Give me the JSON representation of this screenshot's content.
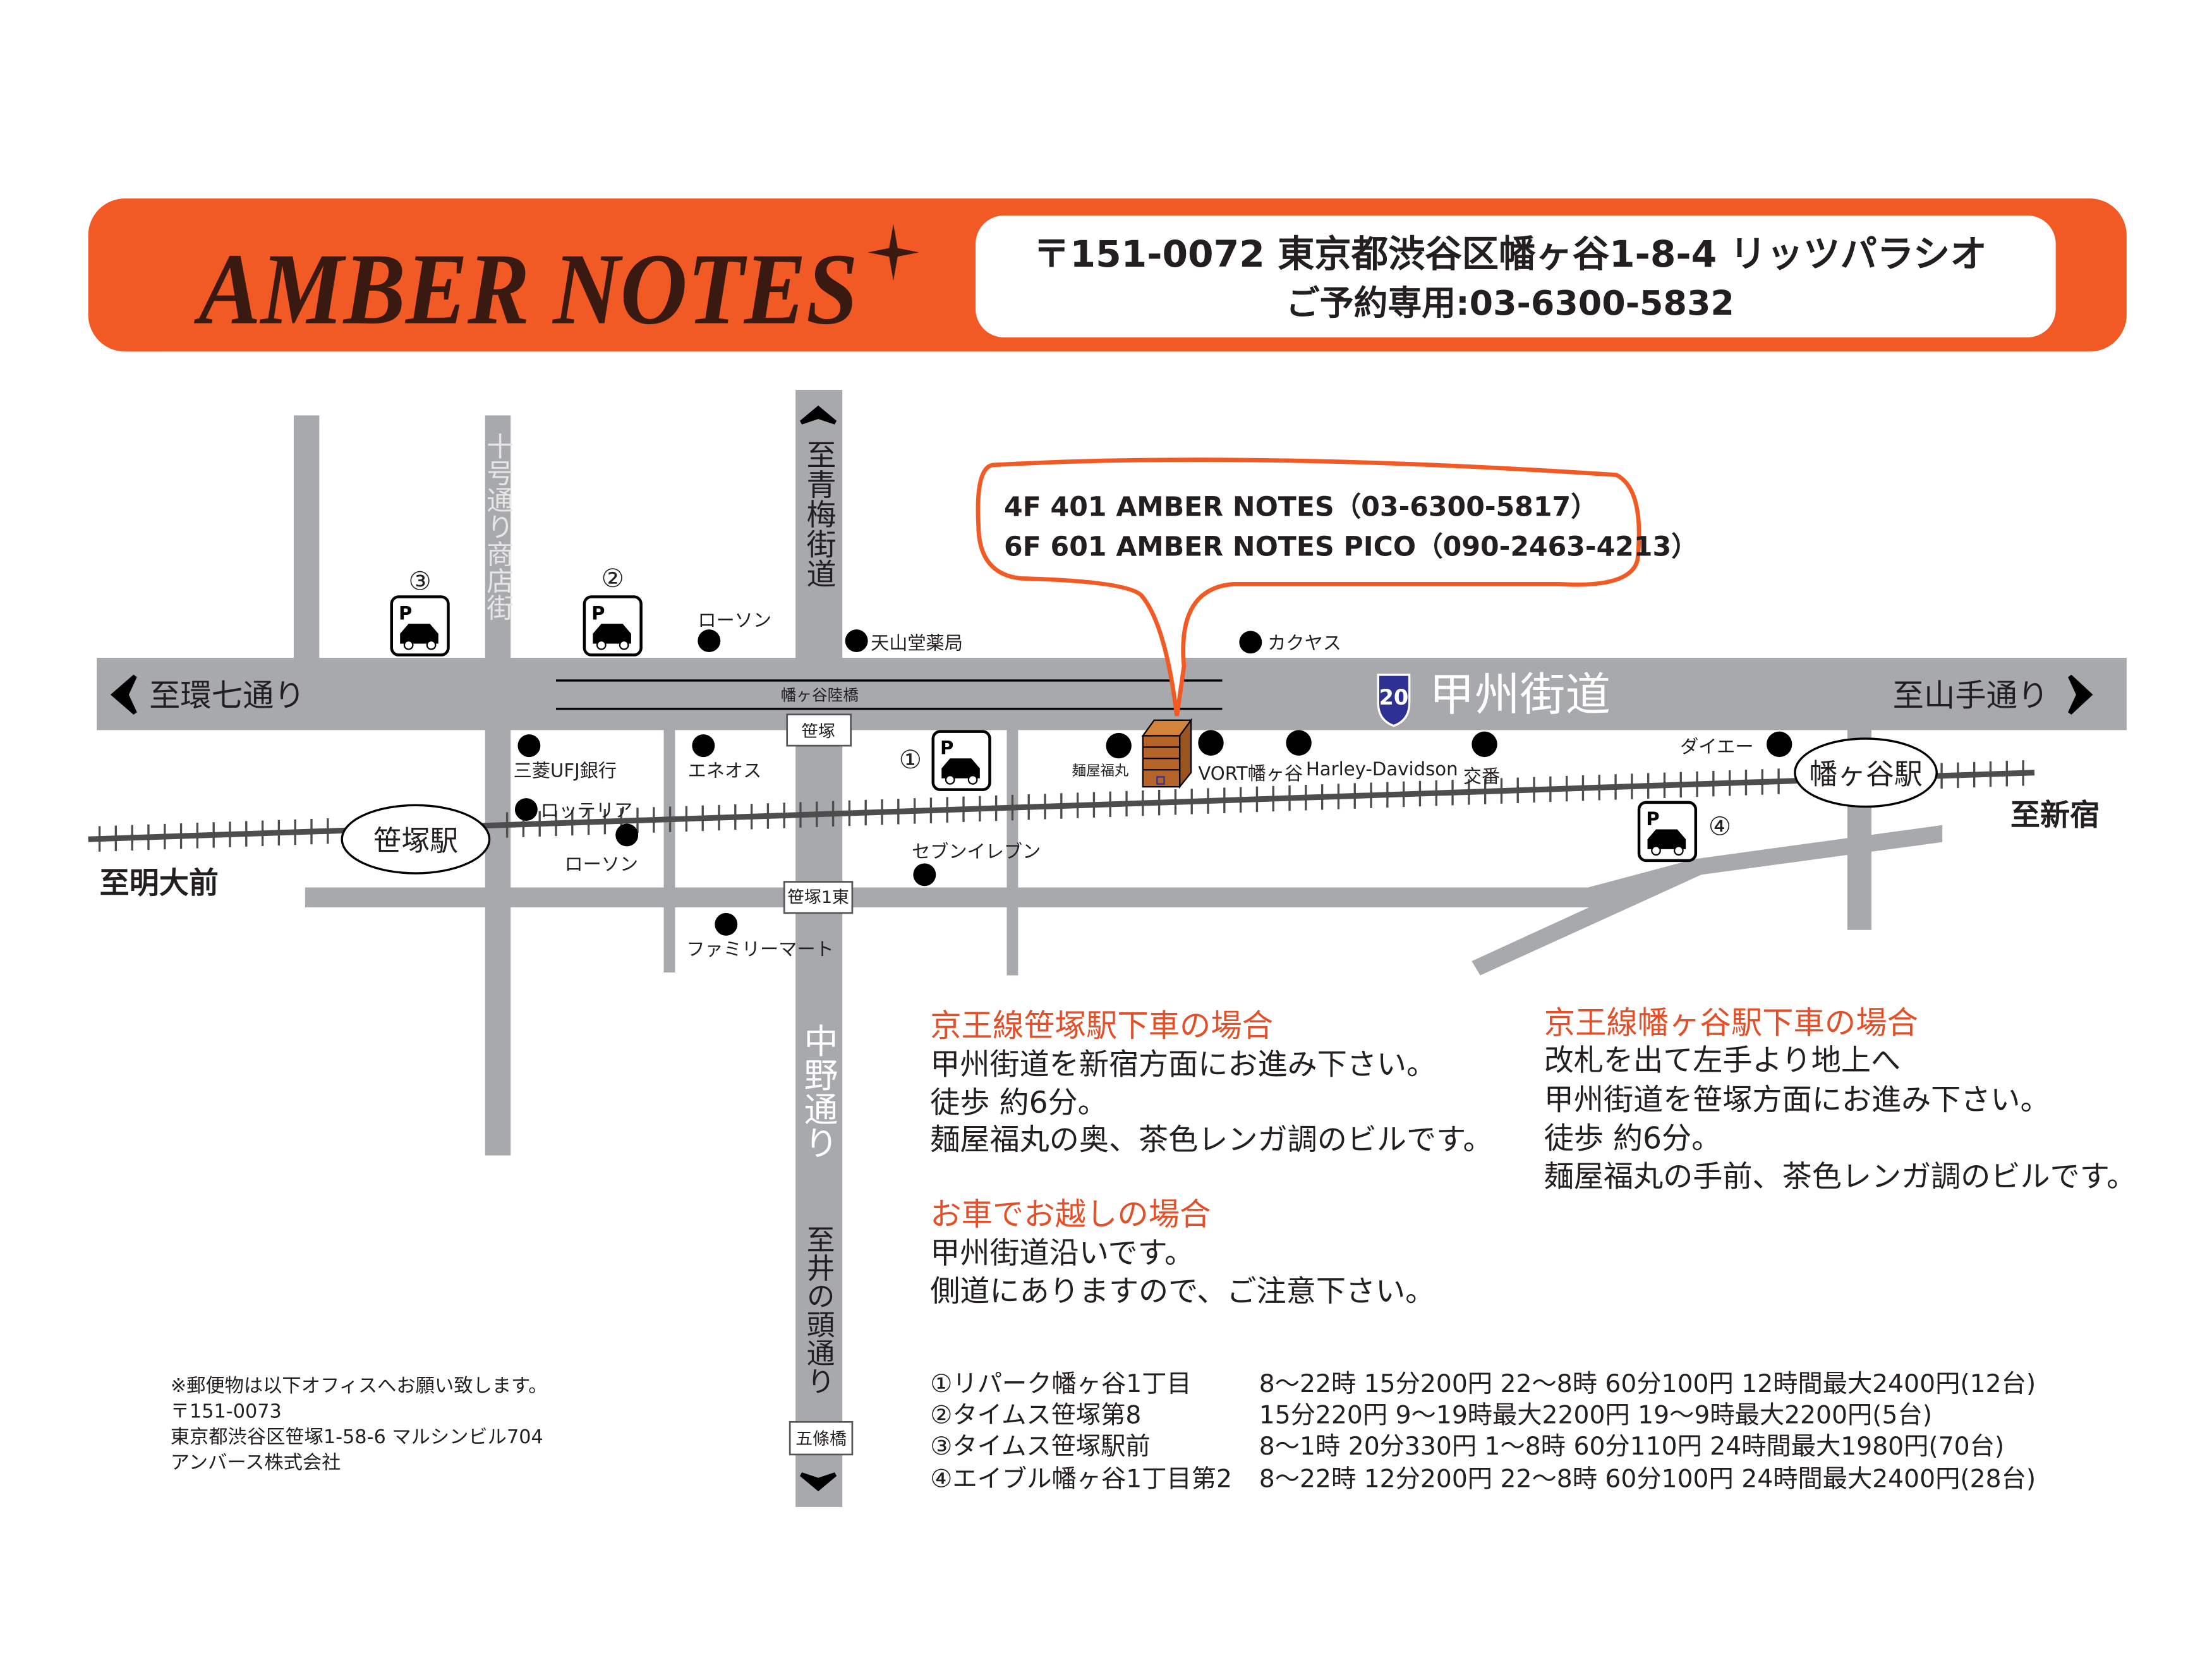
{
  "colors": {
    "brand_orange": "#F15A24",
    "road_gray": "#A7A9AC",
    "rail": "#4D4D4D",
    "route_shield": "#2E3192",
    "building": "#B5652A",
    "logo_text": "#3A1A10"
  },
  "header": {
    "logo": "AMBER NOTES",
    "address": "〒151-0072 東京都渋谷区幡ヶ谷1-8-4 リッツパラシオ",
    "reservation": "ご予約専用:03-6300-5832"
  },
  "callout": {
    "line1": "4F  401  AMBER NOTES（03-6300-5817）",
    "line2": "6F  601  AMBER NOTES PICO（090-2463-4213）"
  },
  "roads": {
    "koshu_number": "20",
    "koshu": "甲州街道",
    "to_kannana": "至環七通り",
    "to_yamate": "至山手通り",
    "to_ome": "至青梅街道",
    "nakano": "中野通り",
    "to_inokashira": "至井の頭通り",
    "jugo": "十号通り商店街",
    "rikkyo": "幡ヶ谷陸橋",
    "to_meidaimae": "至明大前",
    "to_shinjuku": "至新宿"
  },
  "signals": {
    "sasazuka": "笹塚",
    "sasazuka1higashi": "笹塚1東",
    "gojobashi": "五條橋"
  },
  "stations": {
    "sasazuka": "笹塚駅",
    "hatagaya": "幡ヶ谷駅"
  },
  "parking_markers": {
    "p1": "①",
    "p2": "②",
    "p3": "③",
    "p4": "④",
    "p_letter": "P"
  },
  "landmarks": {
    "lawson_north": "ローソン",
    "tenzando": "天山堂薬局",
    "kakuyasu": "カクヤス",
    "mufg": "三菱UFJ銀行",
    "eneos": "エネオス",
    "lotteria": "ロッテリア",
    "lawson_south": "ローソン",
    "seven": "セブンイレブン",
    "familymart": "ファミリーマート",
    "menya": "麺屋福丸",
    "vort": "VORT幡ヶ谷",
    "harley": "Harley-Davidson",
    "koban": "交番",
    "daiei": "ダイエー"
  },
  "directions": {
    "sasazuka": {
      "title": "京王線笹塚駅下車の場合",
      "lines": [
        "甲州街道を新宿方面にお進み下さい。",
        "徒歩 約6分。",
        "麺屋福丸の奥、茶色レンガ調のビルです。"
      ]
    },
    "hatagaya": {
      "title": "京王線幡ヶ谷駅下車の場合",
      "lines": [
        "改札を出て左手より地上へ",
        "甲州街道を笹塚方面にお進み下さい。",
        "徒歩 約6分。",
        "麺屋福丸の手前、茶色レンガ調のビルです。"
      ]
    },
    "car": {
      "title": "お車でお越しの場合",
      "lines": [
        "甲州街道沿いです。",
        "側道にありますので、ご注意下さい。"
      ]
    }
  },
  "parking_table": [
    {
      "name": "①リパーク幡ヶ谷1丁目",
      "rates": "8〜22時 15分200円 22〜8時 60分100円 12時間最大2400円(12台)"
    },
    {
      "name": "②タイムス笹塚第8",
      "rates": "15分220円 9〜19時最大2200円 19〜9時最大2200円(5台)"
    },
    {
      "name": "③タイムス笹塚駅前",
      "rates": "8〜1時 20分330円 1〜8時 60分110円 24時間最大1980円(70台)"
    },
    {
      "name": "④エイブル幡ヶ谷1丁目第2",
      "rates": "8〜22時 12分200円 22〜8時 60分100円 24時間最大2400円(28台)"
    }
  ],
  "mail_note": [
    "※郵便物は以下オフィスへお願い致します。",
    "〒151-0073",
    "東京都渋谷区笹塚1-58-6 マルシンビル704",
    "アンバース株式会社"
  ]
}
